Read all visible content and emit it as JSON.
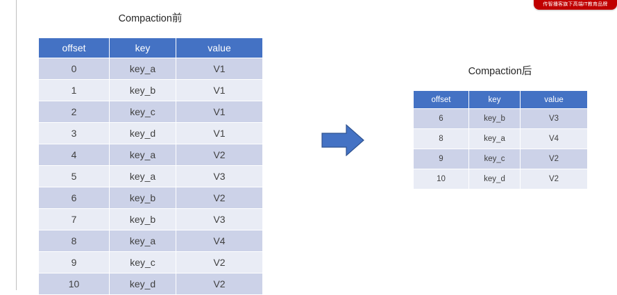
{
  "slide": {
    "background_color": "#ffffff",
    "rule_color": "#bfbfbf"
  },
  "brand_badge": {
    "text": "传智播客旗下高端IT教育品牌",
    "background_color": "#c00000",
    "text_color": "#ffffff"
  },
  "arrow": {
    "icon_name": "right-block-arrow-icon",
    "fill_color": "#4472c4",
    "stroke_color": "#2f528f",
    "direction": "right"
  },
  "before": {
    "title": "Compaction前",
    "columns": [
      "offset",
      "key",
      "value"
    ],
    "rows": [
      [
        "0",
        "key_a",
        "V1"
      ],
      [
        "1",
        "key_b",
        "V1"
      ],
      [
        "2",
        "key_c",
        "V1"
      ],
      [
        "3",
        "key_d",
        "V1"
      ],
      [
        "4",
        "key_a",
        "V2"
      ],
      [
        "5",
        "key_a",
        "V3"
      ],
      [
        "6",
        "key_b",
        "V2"
      ],
      [
        "7",
        "key_b",
        "V3"
      ],
      [
        "8",
        "key_a",
        "V4"
      ],
      [
        "9",
        "key_c",
        "V2"
      ],
      [
        "10",
        "key_d",
        "V2"
      ]
    ]
  },
  "after": {
    "title": "Compaction后",
    "columns": [
      "offset",
      "key",
      "value"
    ],
    "rows": [
      [
        "6",
        "key_b",
        "V3"
      ],
      [
        "8",
        "key_a",
        "V4"
      ],
      [
        "9",
        "key_c",
        "V2"
      ],
      [
        "10",
        "key_d",
        "V2"
      ]
    ]
  },
  "style": {
    "header_bg": "#4472c4",
    "header_fg": "#ffffff",
    "row_band_a": "#ccd2e8",
    "row_band_b": "#e9ecf5",
    "cell_fg": "#404040"
  }
}
